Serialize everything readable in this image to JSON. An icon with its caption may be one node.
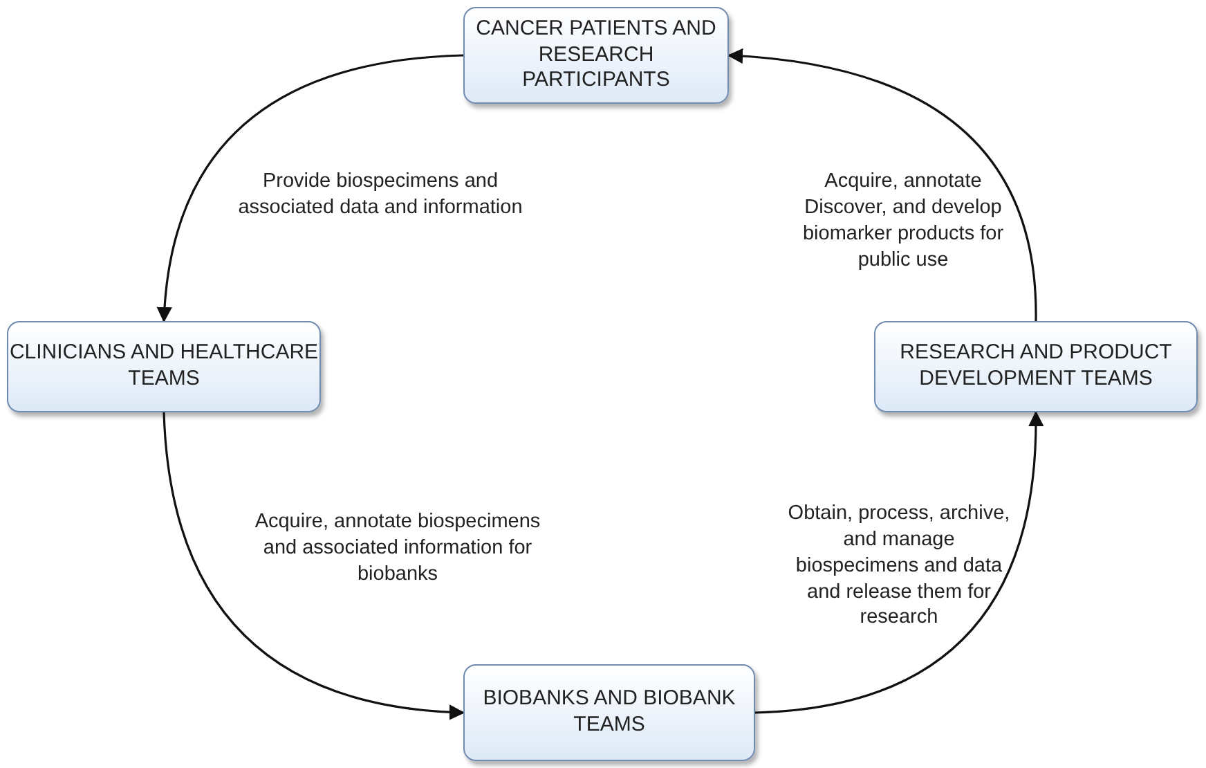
{
  "diagram": {
    "nodes": [
      {
        "text": [
          "CANCER PATIENTS AND RESEARCH PARTICIPANTS"
        ]
      },
      {
        "text": [
          "CLINICIANS AND HEALTHCARE TEAMS"
        ]
      },
      {
        "text": [
          "BIOBANKS AND BIOBANK TEAMS"
        ]
      },
      {
        "text": [
          "RESEARCH AND PRODUCT DEVELOPMENT TEAMS"
        ]
      }
    ],
    "edges": [
      {
        "from": 0,
        "to": 1,
        "arrow": "to",
        "label": "Provide biospecimens and associated data and information"
      },
      {
        "from": 1,
        "to": 2,
        "arrow": "to",
        "label": "Acquire, annotate biospecimens and associated information for biobanks"
      },
      {
        "from": 2,
        "to": 3,
        "arrow": "to",
        "label": "Obtain, process, archive, and manage biospecimens and data and release them for research"
      },
      {
        "from": 3,
        "to": 0,
        "arrow": "to",
        "label": "Acquire, annotate Discover, and develop biomarker products for public use"
      }
    ]
  }
}
